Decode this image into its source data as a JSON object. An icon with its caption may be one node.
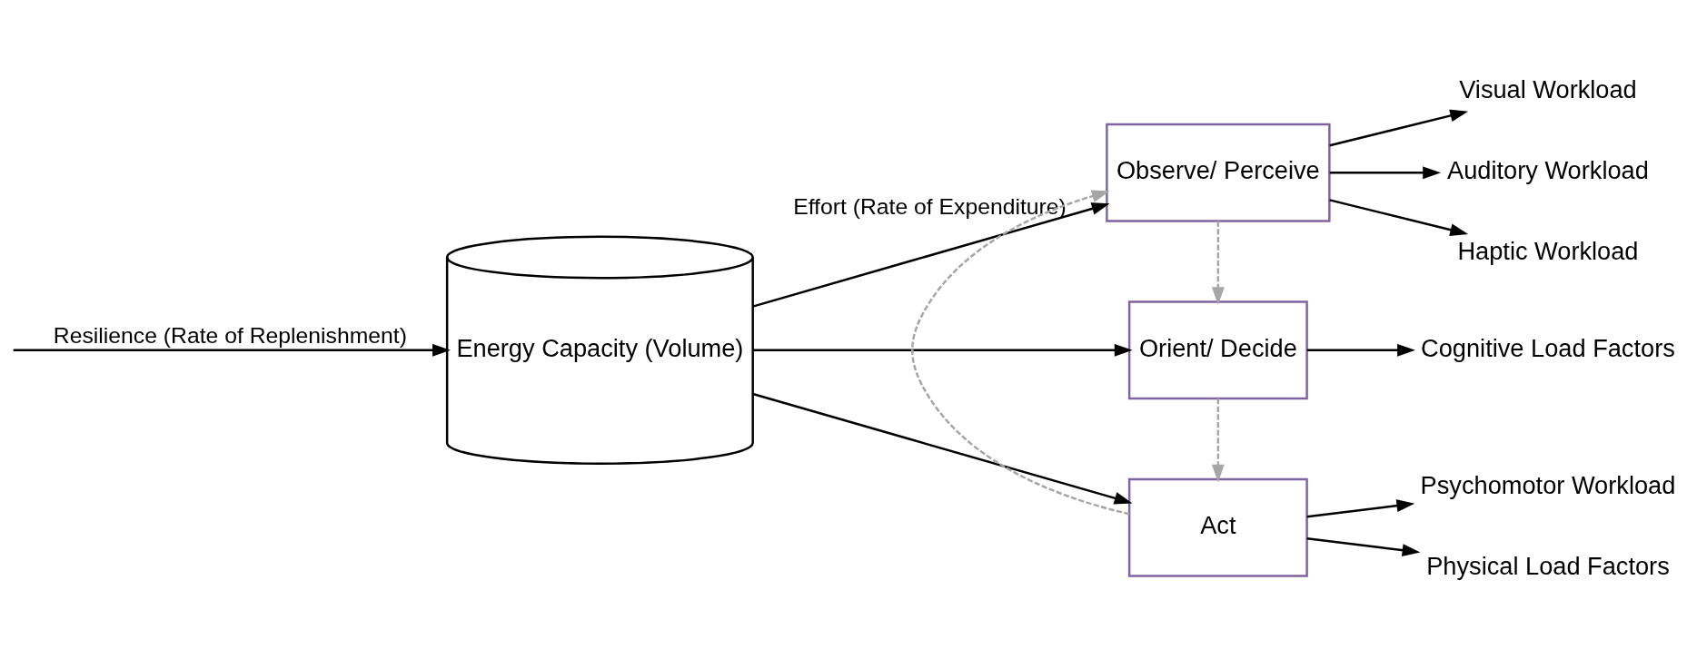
{
  "diagram": {
    "nodes": [
      {
        "text": [
          "Energy Capacity (Volume)"
        ]
      },
      {
        "text": [
          "Observe/ Perceive"
        ]
      },
      {
        "text": [
          "Orient/ Decide"
        ]
      },
      {
        "text": [
          "Act"
        ]
      },
      {
        "text": [
          "Visual Workload"
        ]
      },
      {
        "text": [
          "Auditory Workload"
        ]
      },
      {
        "text": [
          "Haptic Workload"
        ]
      },
      {
        "text": [
          "Cognitive Load Factors"
        ]
      },
      {
        "text": [
          "Psychomotor Workload"
        ]
      },
      {
        "text": [
          "Physical Load Factors"
        ]
      }
    ],
    "edges": [
      {
        "from": null,
        "to": 0,
        "arrow": "to",
        "label": "Resilience (Rate of Replenishment)"
      },
      {
        "from": 0,
        "to": 1,
        "arrow": "to",
        "label": "Effort (Rate of Expenditure)"
      },
      {
        "from": 0,
        "to": 2,
        "arrow": "to"
      },
      {
        "from": 0,
        "to": 3,
        "arrow": "to"
      },
      {
        "from": 1,
        "to": 4,
        "arrow": "to"
      },
      {
        "from": 1,
        "to": 5,
        "arrow": "to"
      },
      {
        "from": 1,
        "to": 6,
        "arrow": "to"
      },
      {
        "from": 2,
        "to": 7,
        "arrow": "to"
      },
      {
        "from": 3,
        "to": 8,
        "arrow": "to"
      },
      {
        "from": 3,
        "to": 9,
        "arrow": "to"
      },
      {
        "from": 1,
        "to": 2,
        "arrow": "to",
        "style": "dashed",
        "color": "#a6a6a6"
      },
      {
        "from": 2,
        "to": 3,
        "arrow": "to",
        "style": "dashed",
        "color": "#a6a6a6"
      },
      {
        "from": 3,
        "to": 1,
        "arrow": "to",
        "style": "dashed",
        "color": "#a6a6a6"
      }
    ]
  }
}
